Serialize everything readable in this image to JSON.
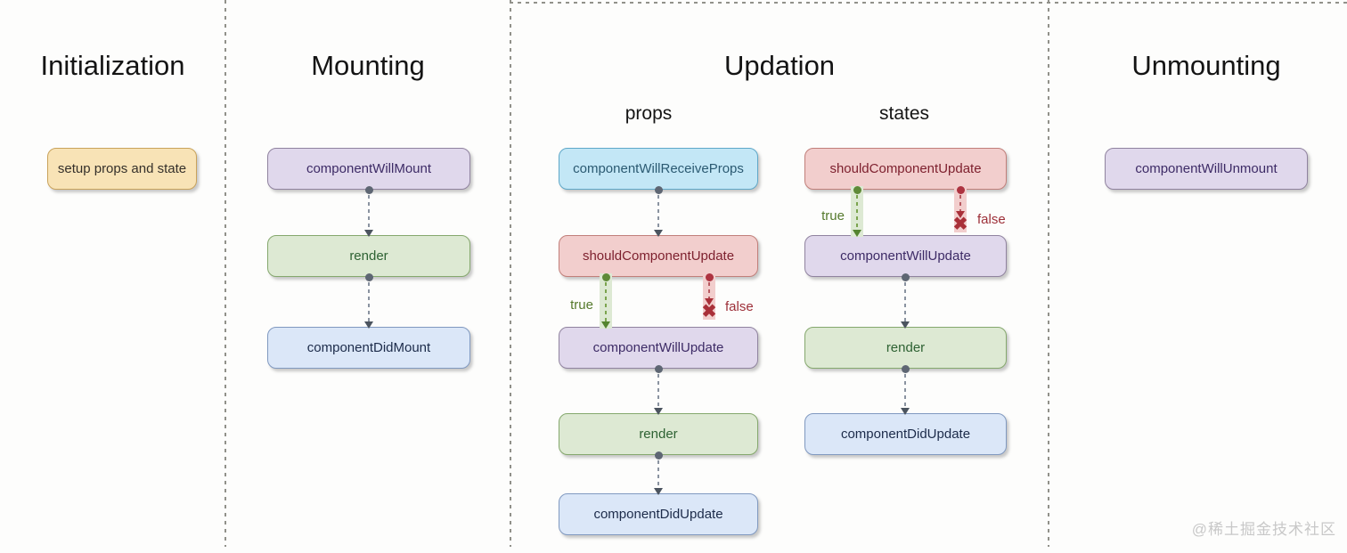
{
  "columns": [
    {
      "title": "Initialization",
      "nodes": [
        {
          "label": "setup props and state",
          "color": "tan"
        }
      ]
    },
    {
      "title": "Mounting",
      "nodes": [
        {
          "label": "componentWillMount",
          "color": "purple"
        },
        {
          "label": "render",
          "color": "green"
        },
        {
          "label": "componentDidMount",
          "color": "blue"
        }
      ]
    },
    {
      "title": "Updation",
      "subcolumns": [
        {
          "title": "props",
          "nodes": [
            {
              "label": "componentWillReceiveProps",
              "color": "cyan"
            },
            {
              "label": "shouldComponentUpdate",
              "color": "red"
            },
            {
              "label": "componentWillUpdate",
              "color": "purple"
            },
            {
              "label": "render",
              "color": "green"
            },
            {
              "label": "componentDidUpdate",
              "color": "blue"
            }
          ],
          "branches": {
            "true_label": "true",
            "false_label": "false"
          }
        },
        {
          "title": "states",
          "nodes": [
            {
              "label": "shouldComponentUpdate",
              "color": "red"
            },
            {
              "label": "componentWillUpdate",
              "color": "purple"
            },
            {
              "label": "render",
              "color": "green"
            },
            {
              "label": "componentDidUpdate",
              "color": "blue"
            }
          ],
          "branches": {
            "true_label": "true",
            "false_label": "false"
          }
        }
      ]
    },
    {
      "title": "Unmounting",
      "nodes": [
        {
          "label": "componentWillUnmount",
          "color": "purple"
        }
      ]
    }
  ],
  "watermark": {
    "text": "@稀土掘金技术社区"
  },
  "palette": {
    "tan": {
      "bg": "#f8e3b6",
      "border": "#c9a35c",
      "text": "#35302a"
    },
    "purple": {
      "bg": "#e0d8ec",
      "border": "#90839f",
      "text": "#3d2b66"
    },
    "green": {
      "bg": "#dde9d3",
      "border": "#85a86d",
      "text": "#2e6233"
    },
    "blue": {
      "bg": "#dbe7f8",
      "border": "#8099c0",
      "text": "#1c2b4a"
    },
    "cyan": {
      "bg": "#c3e7f6",
      "border": "#5fa8c8",
      "text": "#2b5a72"
    },
    "red": {
      "bg": "#f2cecd",
      "border": "#c17f7a",
      "text": "#7d1f2d"
    },
    "true_green": "#55792c",
    "false_red": "#9d2f38",
    "arrow_gray": "#8a93a0",
    "divider_gray": "#91918a"
  }
}
